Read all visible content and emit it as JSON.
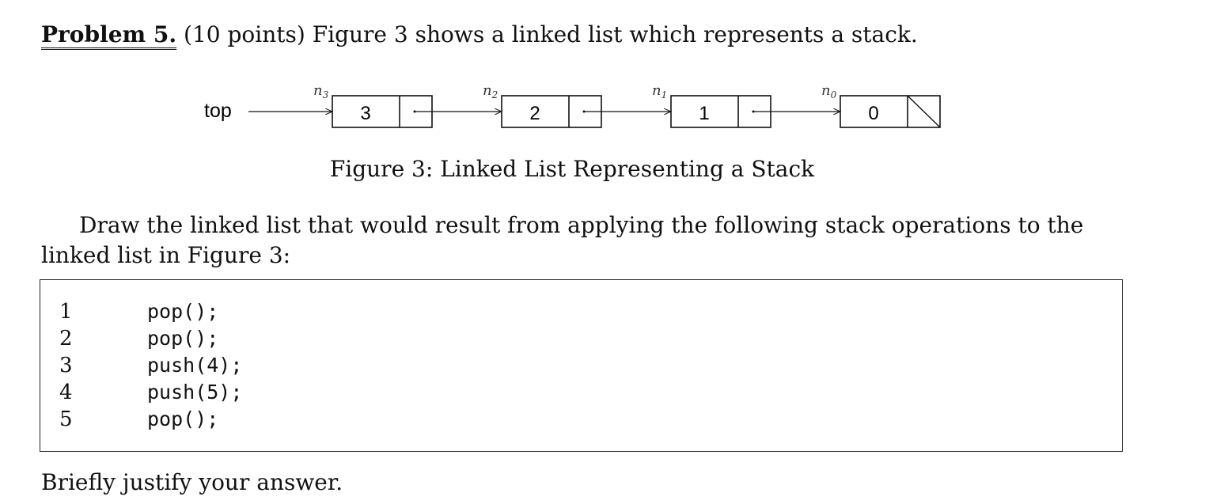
{
  "problem": {
    "label": "Problem 5.",
    "text": " (10 points) Figure 3 shows a linked list which represents a stack."
  },
  "figure": {
    "top_label": "top",
    "nodes": [
      {
        "name": "n3",
        "value": "3",
        "next": "pointer"
      },
      {
        "name": "n2",
        "value": "2",
        "next": "pointer"
      },
      {
        "name": "n1",
        "value": "1",
        "next": "pointer"
      },
      {
        "name": "n0",
        "value": "0",
        "next": "null"
      }
    ],
    "caption": "Figure 3: Linked List Representing a Stack"
  },
  "instruction": "Draw the linked list that would result from applying the following stack operations to the linked list in Figure 3:",
  "code_listing": [
    {
      "line": "1",
      "code": "pop();"
    },
    {
      "line": "2",
      "code": "pop();"
    },
    {
      "line": "3",
      "code": "push(4);"
    },
    {
      "line": "4",
      "code": "push(5);"
    },
    {
      "line": "5",
      "code": "pop();"
    }
  ],
  "justify_prompt": "Briefly justify your answer."
}
